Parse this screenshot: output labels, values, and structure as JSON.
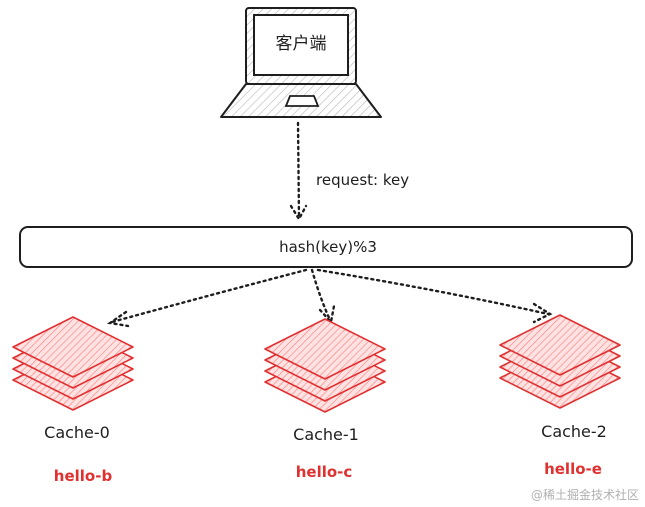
{
  "client": {
    "label": "客户端"
  },
  "request": {
    "label": "request: key"
  },
  "hash_box": {
    "label": "hash(key)%3"
  },
  "caches": [
    {
      "name": "Cache-0",
      "value": "hello-b"
    },
    {
      "name": "Cache-1",
      "value": "hello-c"
    },
    {
      "name": "Cache-2",
      "value": "hello-e"
    }
  ],
  "watermark": "@稀土掘金技术社区",
  "colors": {
    "ink": "#1e1e1e",
    "cache_fill": "#ffc9c9",
    "cache_stroke": "#e03131",
    "value_text": "#e03131",
    "laptop_hatch": "#b5b5b5"
  }
}
